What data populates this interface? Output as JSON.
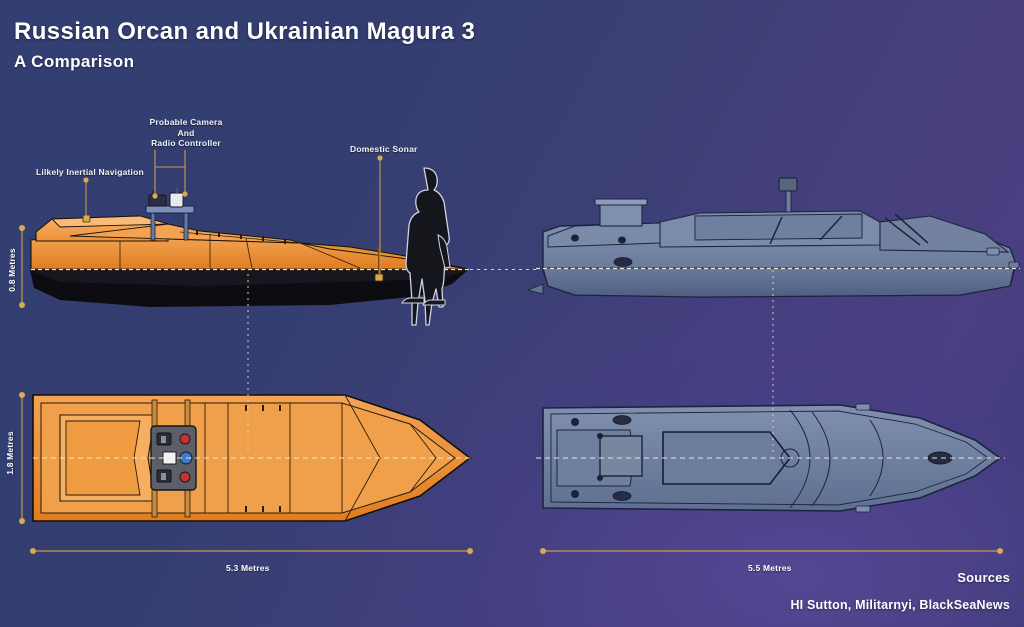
{
  "header": {
    "title": "Russian Orcan and Ukrainian Magura 3",
    "subtitle": "A Comparison"
  },
  "annotations": [
    {
      "id": "inertial-navigation",
      "text": "Lilkely Inertial Navigation"
    },
    {
      "id": "camera-radio",
      "line1": "Probable Camera",
      "line2": "And",
      "line3": "Radio Controller"
    },
    {
      "id": "sonar",
      "text": "Domestic Sonar"
    }
  ],
  "dimensions": {
    "orcan_height": "0.8 Metres",
    "orcan_beam": "1.8 Metres",
    "orcan_length": "5.3 Metres",
    "magura_length": "5.5 Metres"
  },
  "vessels": {
    "orcan": {
      "name": "Russian Orcan",
      "hull_color": "#ED8F2E",
      "underhull_color": "#0d0d11"
    },
    "magura": {
      "name": "Ukrainian Magura 3",
      "hull_color": "#6E7FA0",
      "outline_color": "#1d2440"
    }
  },
  "scale_figure": {
    "name": "human-silhouette",
    "color": "#15151c"
  },
  "sources": {
    "heading": "Sources",
    "credits": "HI Sutton, Militarnyi, BlackSeaNews"
  },
  "palette": {
    "accent_gold": "#c79a4e",
    "background_dark": "#333d70",
    "background_violet": "#4a3f80"
  }
}
